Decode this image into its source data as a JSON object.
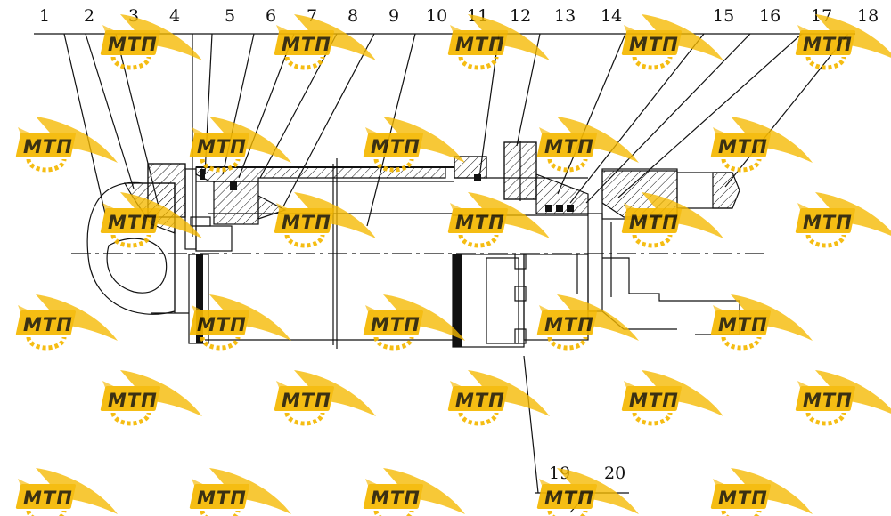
{
  "callouts": [
    {
      "label": "1"
    },
    {
      "label": "2"
    },
    {
      "label": "3"
    },
    {
      "label": "4"
    },
    {
      "label": "5"
    },
    {
      "label": "6"
    },
    {
      "label": "7"
    },
    {
      "label": "8"
    },
    {
      "label": "9"
    },
    {
      "label": "10"
    },
    {
      "label": "11"
    },
    {
      "label": "12"
    },
    {
      "label": "13"
    },
    {
      "label": "14"
    },
    {
      "label": "15"
    },
    {
      "label": "16"
    },
    {
      "label": "17"
    },
    {
      "label": "18"
    },
    {
      "label": "19"
    },
    {
      "label": "20"
    }
  ],
  "watermark": {
    "text": "МТП",
    "color": "#f5b800"
  }
}
